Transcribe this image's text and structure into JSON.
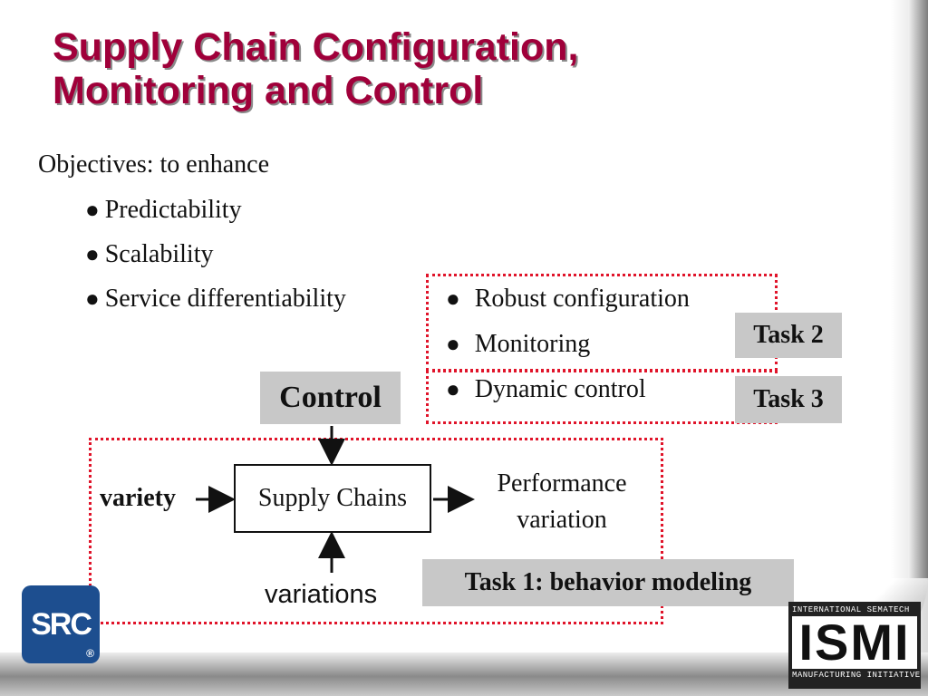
{
  "title": {
    "line1": "Supply Chain Configuration,",
    "line2": "Monitoring and Control"
  },
  "objectives": {
    "heading": "Objectives: to enhance",
    "items": [
      "Predictability",
      "Scalability",
      "Service differentiability"
    ]
  },
  "tasks_list": {
    "items": [
      "Robust configuration",
      "Monitoring",
      "Dynamic control"
    ]
  },
  "labels": {
    "task2": "Task 2",
    "task3": "Task 3",
    "task1": "Task 1: behavior modeling",
    "control": "Control"
  },
  "diagram": {
    "box": "Supply Chains",
    "input_left": "variety",
    "input_bottom": "variations",
    "output_line1": "Performance",
    "output_line2": "variation"
  },
  "logos": {
    "src": "SRC",
    "src_reg": "®",
    "ismi_top": "INTERNATIONAL SEMATECH",
    "ismi_main": "ISMI",
    "ismi_bottom": "MANUFACTURING INITIATIVE"
  },
  "colors": {
    "title": "#a0003a",
    "dotted_border": "#e0142a",
    "label_bg": "#c8c8c8"
  },
  "icons": {
    "bullet": "bullet-icon",
    "arrow": "arrow-icon"
  }
}
